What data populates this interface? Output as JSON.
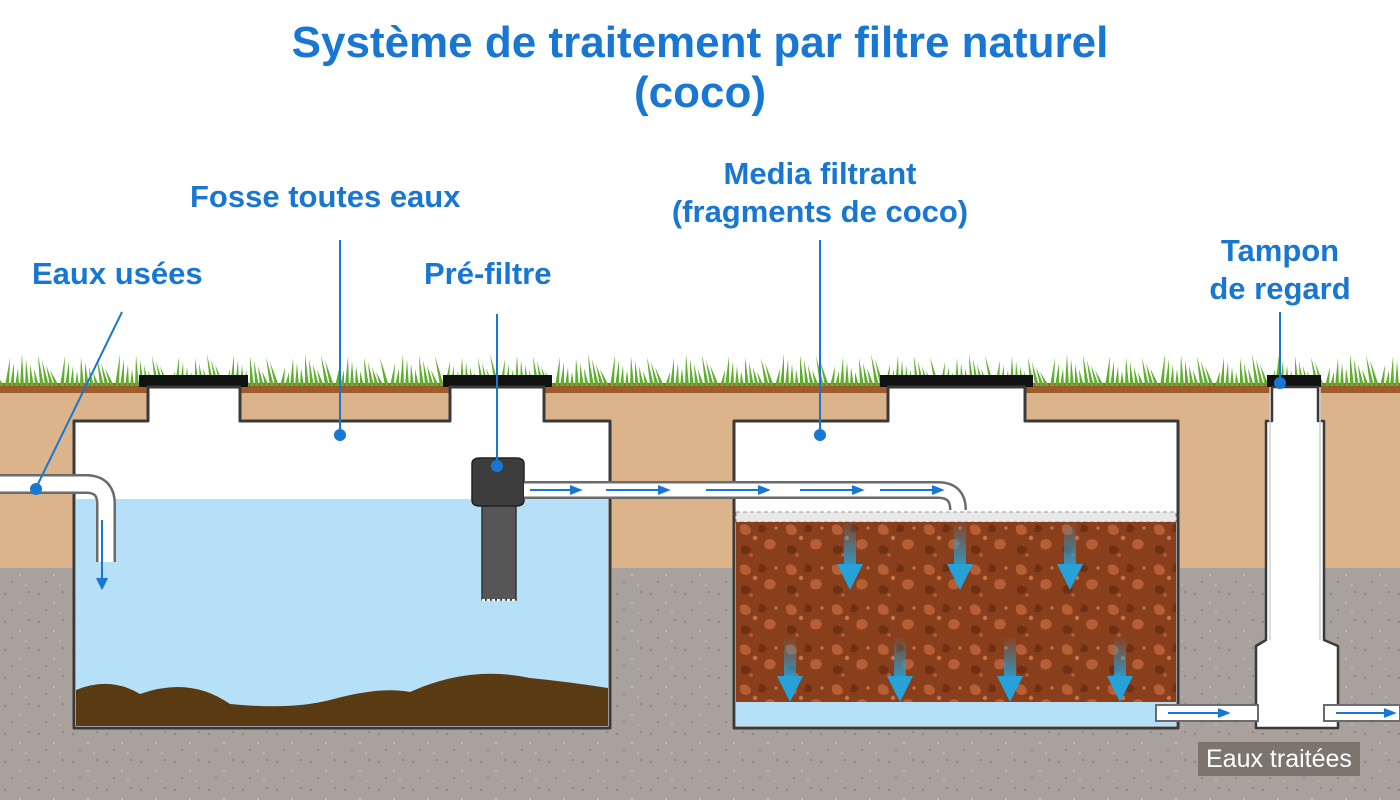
{
  "title": {
    "line1": "Système de traitement par filtre naturel",
    "line2": "(coco)"
  },
  "labels": {
    "eaux_usees": "Eaux usées",
    "fosse": "Fosse toutes eaux",
    "prefiltre": "Pré-filtre",
    "media_line1": "Media filtrant",
    "media_line2": "(fragments de coco)",
    "tampon_line1": "Tampon",
    "tampon_line2": "de regard",
    "eaux_traitees": "Eaux traitées"
  },
  "colors": {
    "accent": "#1877d2",
    "grass": "#5fae2e",
    "topsoil": "#9c5c2c",
    "soil": "#dcb48c",
    "subsoil": "#a9a19c",
    "water": "#b6e0f7",
    "sludge": "#5a3a12",
    "coco": "#8a3f1c",
    "flow_arrow": "#26a2d8",
    "tank_outline": "#3a3a3a",
    "lid": "#111111"
  }
}
